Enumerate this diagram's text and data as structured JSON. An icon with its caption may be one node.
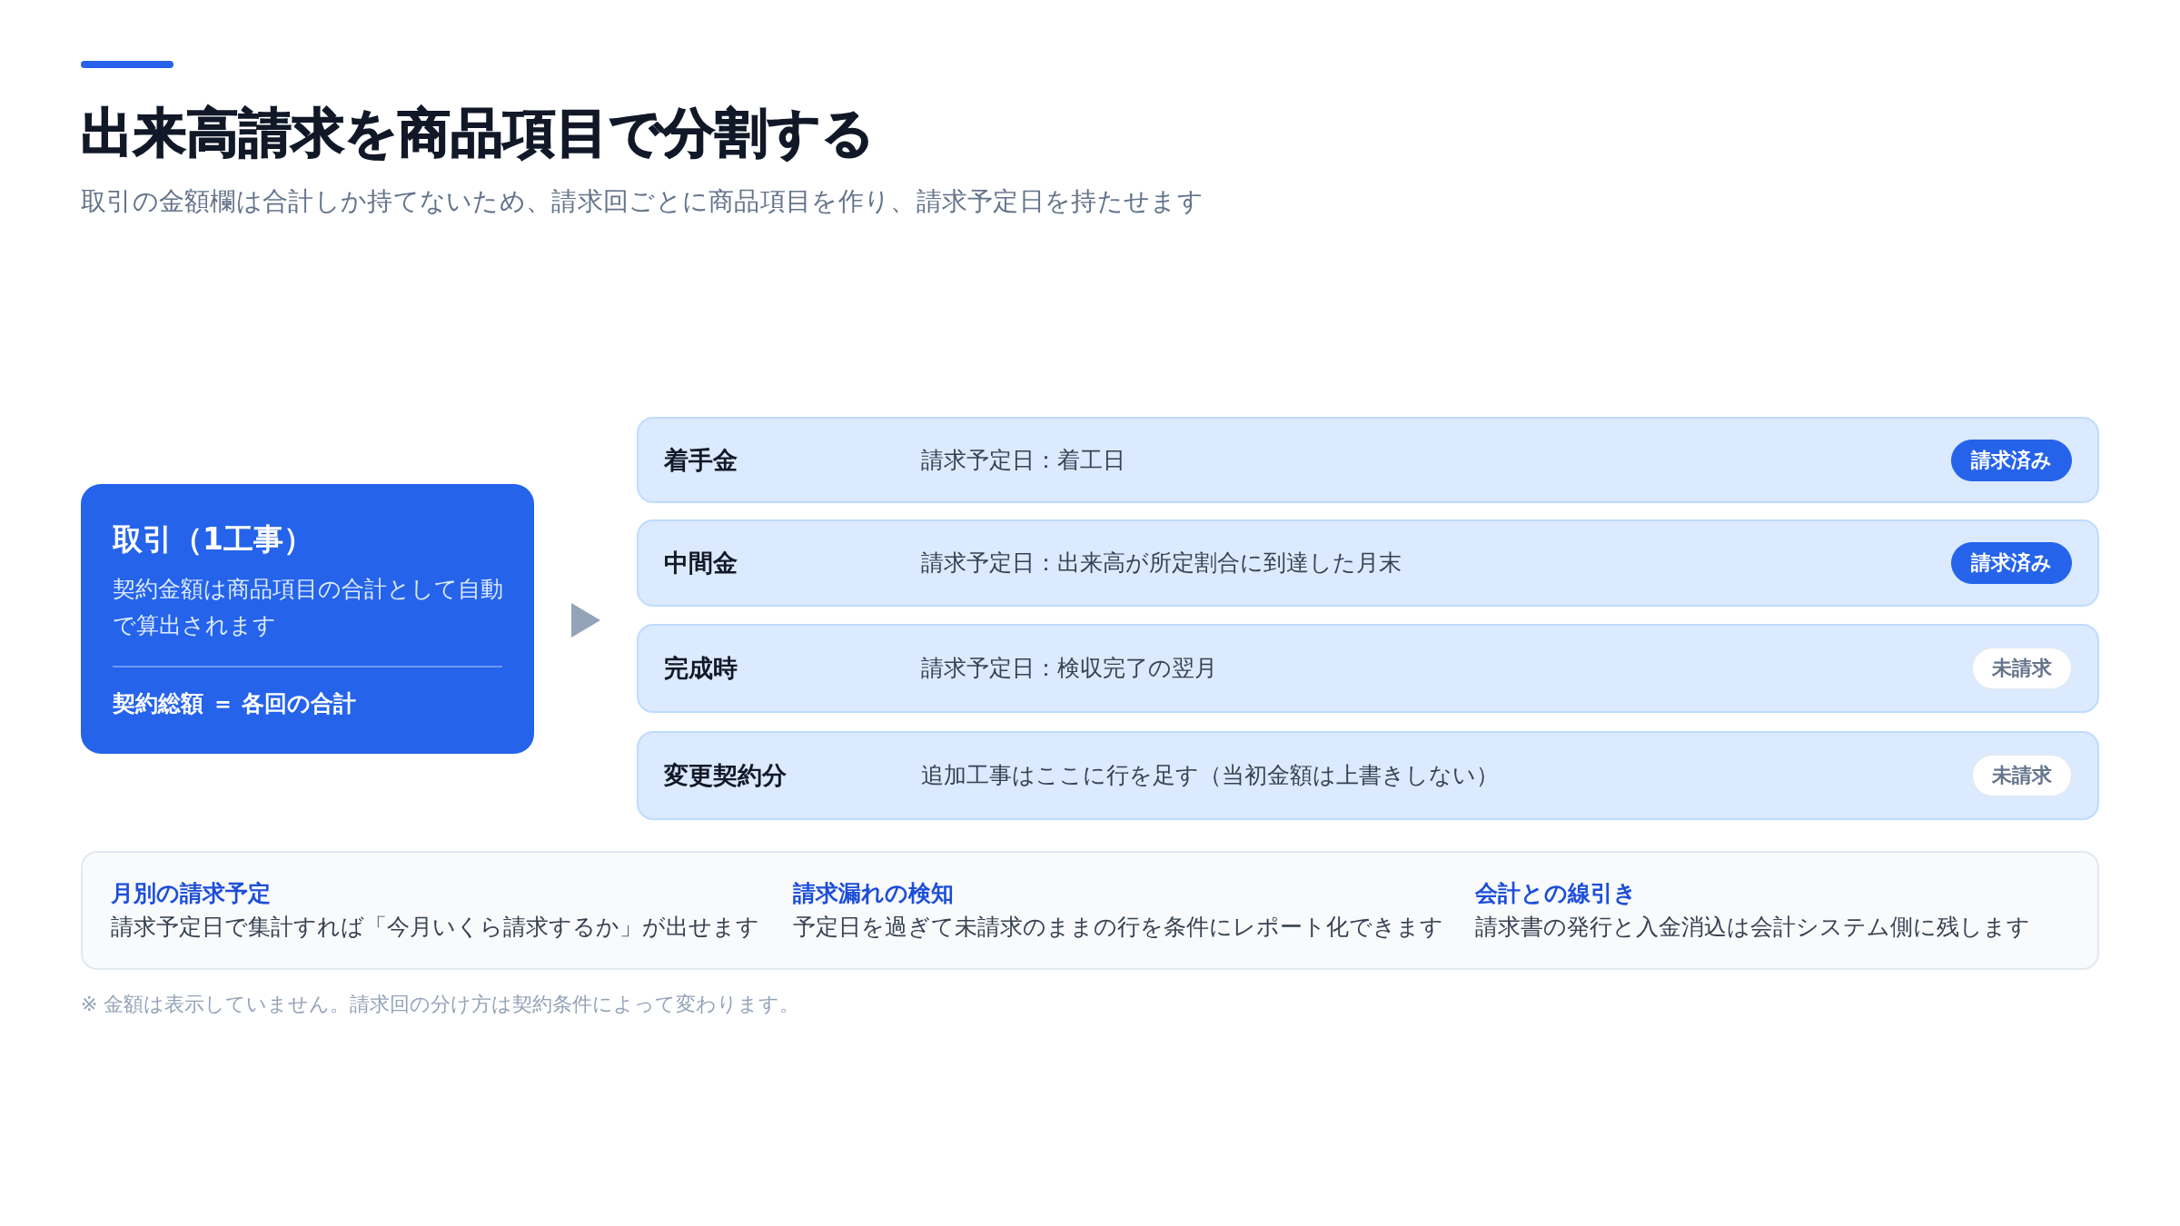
{
  "diagram": {
    "title": "出来高請求を商品項目で分割する",
    "nodes": [
      {
        "text": [
          "取引（1工事）",
          "契約金額は商品項目の合計として自動で算出されます",
          "契約総額 ＝ 各回の合計"
        ]
      },
      {
        "text": [
          "着手金",
          "請求予定日：着工日"
        ]
      },
      {
        "text": [
          "請求済み"
        ],
        "in": 1
      },
      {
        "text": [
          "中間金",
          "請求予定日：出来高が所定割合に到達した月末"
        ]
      },
      {
        "text": [
          "請求済み"
        ],
        "in": 3
      },
      {
        "text": [
          "完成時",
          "請求予定日：検収完了の翌月"
        ]
      },
      {
        "text": [
          "未請求"
        ],
        "in": 5
      },
      {
        "text": [
          "変更契約分",
          "追加工事はここに行を足す（当初金額は上書きしない）"
        ]
      },
      {
        "text": [
          "未請求"
        ],
        "in": 7
      },
      {
        "text": [
          "月別の請求予定",
          "請求予定日で集計すれば「今月いくら請求するか」が出せます",
          "請求漏れの検知",
          "予定日を過ぎて未請求のままの行を条件にレポート化できます",
          "会計との線引き",
          "請求書の発行と入金消込は会計システム側に残します"
        ]
      }
    ],
    "labels": [
      "取引の金額欄は合計しか持てないため、請求回ごとに商品項目を作り、請求予定日を持たせます",
      "※ 金額は表示していません。請求回の分け方は契約条件によって変わります。"
    ]
  }
}
